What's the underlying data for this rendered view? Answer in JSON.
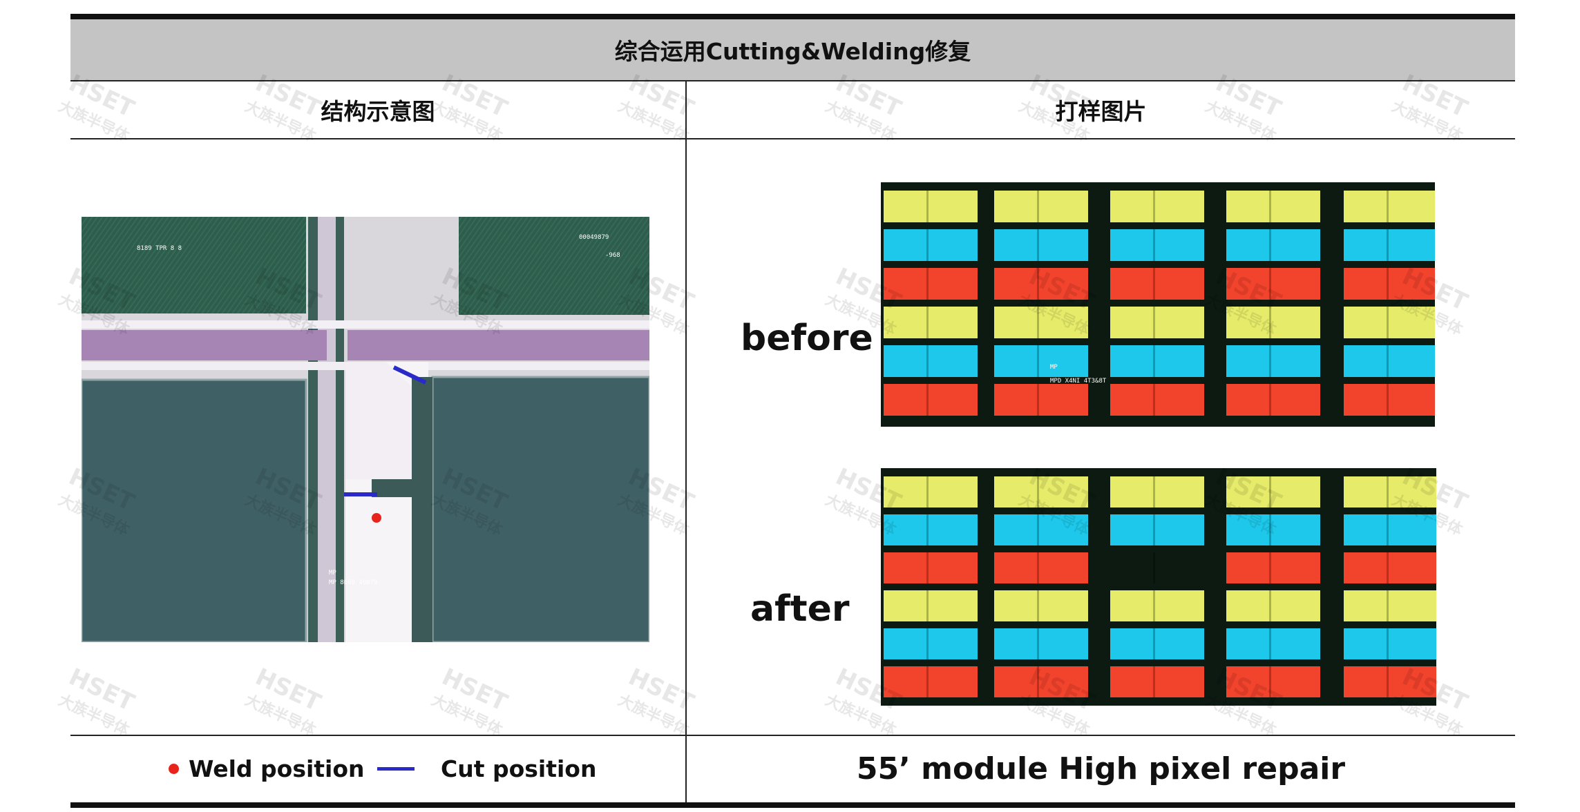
{
  "table": {
    "title": "综合运用Cutting&Welding修复",
    "left_header": "结构示意图",
    "right_header": "打样图片"
  },
  "photos": {
    "before_label": "before",
    "after_label": "after",
    "schematic_overlay_texts": [
      "8189 TPR 8 8",
      "00049879",
      "-968",
      "MP",
      "MP 8669 49879"
    ],
    "sample_overlay_texts": [
      "MP",
      "MPD X4NI 4T3&8T"
    ]
  },
  "legend": {
    "weld_label": "Weld position",
    "cut_label": "Cut position",
    "weld_color": "#e8231c",
    "cut_color": "#2a2ac8"
  },
  "caption": "55’ module High pixel repair",
  "watermark": {
    "logo_text": "HSET",
    "sub_text": "大族半导体"
  },
  "colors": {
    "header_band": "#c4c4c4",
    "pixel_yellow": "#e6ec6a",
    "pixel_cyan": "#1ec8ea",
    "pixel_red": "#f2432c",
    "pixel_dark": "#0c1a12"
  }
}
